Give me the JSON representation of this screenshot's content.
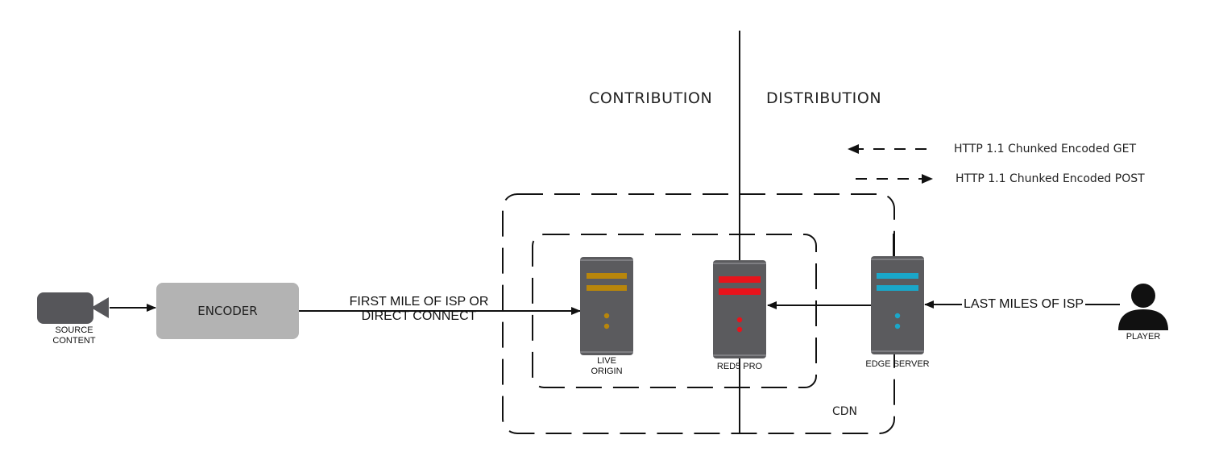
{
  "headers": {
    "contribution": "CONTRIBUTION",
    "distribution": "DISTRIBUTION"
  },
  "legend": {
    "get": "HTTP 1.1 Chunked Encoded GET",
    "post": "HTTP 1.1 Chunked Encoded POST"
  },
  "nodes": {
    "source": {
      "line1": "SOURCE",
      "line2": "CONTENT"
    },
    "encoder": "ENCODER",
    "live_origin": {
      "line1": "LIVE",
      "line2": "ORIGIN"
    },
    "red5": "RED5 PRO",
    "edge": "EDGE SERVER",
    "player": "PLAYER",
    "cdn": "CDN"
  },
  "links": {
    "first_mile": {
      "line1": "FIRST MILE OF ISP OR",
      "line2": "DIRECT CONNECT"
    },
    "last_miles": "LAST MILES OF ISP"
  },
  "colors": {
    "live_origin_accent": "#b8860b",
    "red5_accent": "#e8131b",
    "edge_accent": "#1aa7c9",
    "server_body": "#5b5b5e",
    "encoder_fill": "#b3b3b3"
  }
}
